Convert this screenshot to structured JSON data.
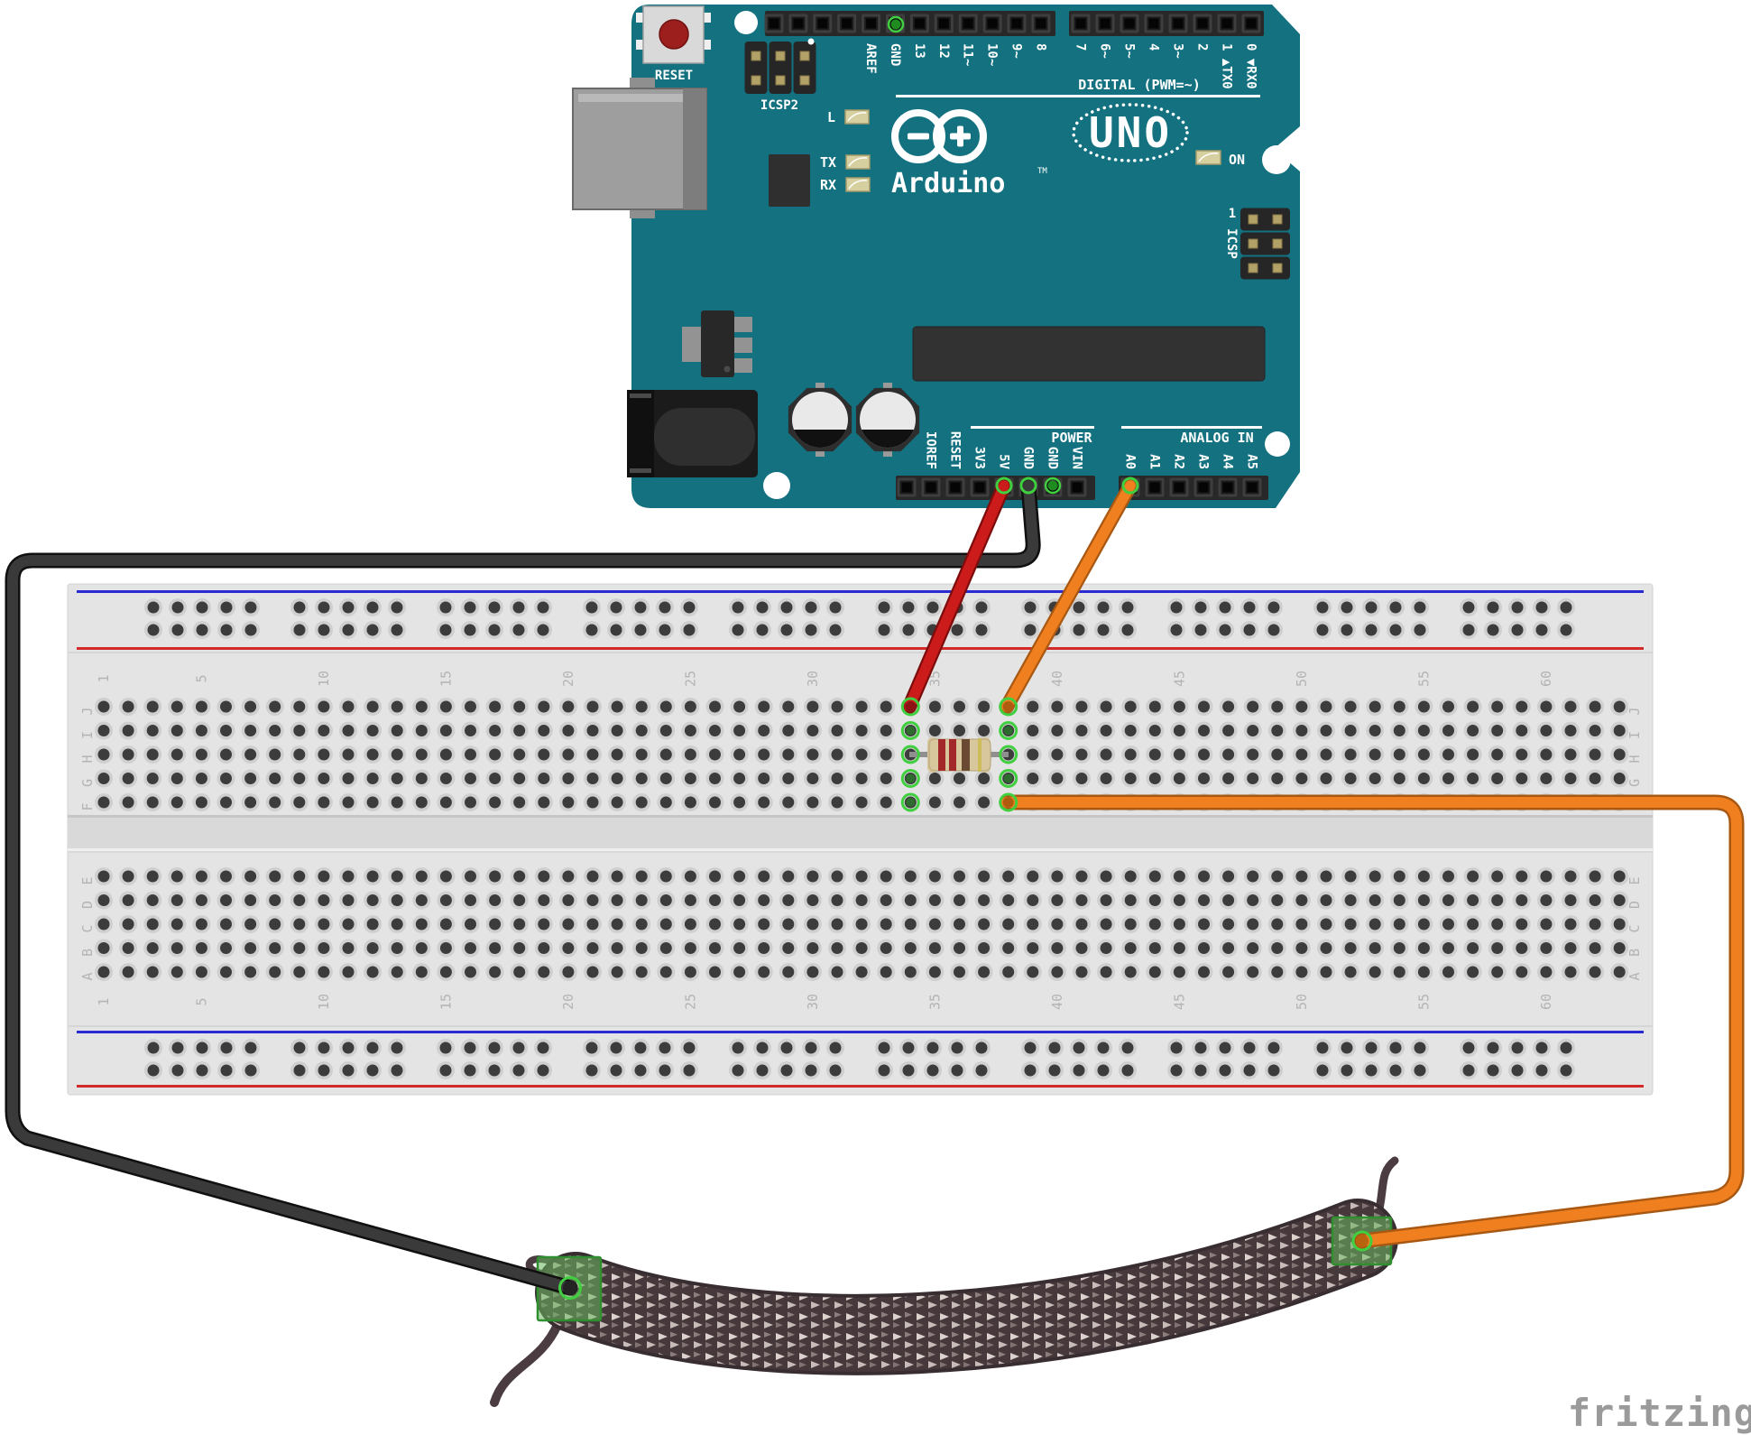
{
  "arduino": {
    "brand": "Arduino",
    "brand_tm": "TM",
    "model": "UNO",
    "board_color": "#137180",
    "reset_label": "RESET",
    "icsp2_label": "ICSP2",
    "icsp_label": "ICSP",
    "icsp_pin1": "1",
    "digital_label": "DIGITAL (PWM=~)",
    "power_label": "POWER",
    "analog_label": "ANALOG IN",
    "on_label": "ON",
    "led_l": "L",
    "led_tx": "TX",
    "led_rx": "RX",
    "digital_pins_left": [
      "AREF",
      "GND",
      "13",
      "12",
      "11~",
      "10~",
      "9~",
      "8"
    ],
    "digital_pins_right": [
      "7",
      "6~",
      "5~",
      "4",
      "3~",
      "2",
      "1 ▲TX0",
      "0 ▼RX0"
    ],
    "power_pins": [
      "IOREF",
      "RESET",
      "3V3",
      "5V",
      "GND",
      "GND",
      "VIN"
    ],
    "analog_pins": [
      "A0",
      "A1",
      "A2",
      "A3",
      "A4",
      "A5"
    ]
  },
  "breadboard": {
    "row_letters_top": [
      "J",
      "I",
      "H",
      "G",
      "F"
    ],
    "row_letters_bottom": [
      "E",
      "D",
      "C",
      "B",
      "A"
    ],
    "column_numbers": [
      1,
      5,
      10,
      15,
      20,
      25,
      30,
      35,
      40,
      45,
      50,
      55,
      60
    ],
    "rail_blue": "#2a2ad2",
    "rail_red": "#d22a2a"
  },
  "components": {
    "resistor": {
      "body_color": "#d8c69c",
      "band_colors": [
        "#a3282a",
        "#a3282a",
        "#6a4a33",
        "#cdbc5a"
      ]
    },
    "stretch_sensor": {
      "fabric_color": "#47383c",
      "connector_color": "#6ab75e"
    }
  },
  "wires": {
    "power_5v": "#cc1b1b",
    "ground": "#3a3a3a",
    "analog_a0": "#ef7f1f",
    "sensor_return": "#ef7f1f",
    "connection_highlight": "#3fcf3f"
  },
  "watermark": "fritzing"
}
